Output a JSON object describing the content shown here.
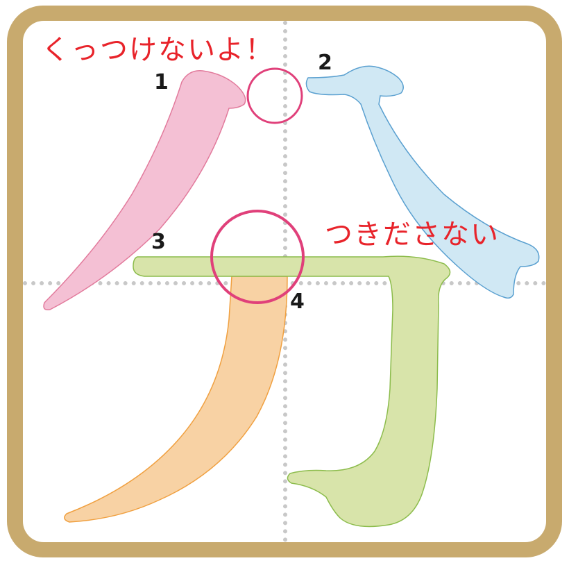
{
  "frame": {
    "color": "#c8aa6e"
  },
  "notes": {
    "top": "くっつけないよ！",
    "middle": "つきださない",
    "color": "#e8232a",
    "circle_color": "#e0407a"
  },
  "strokes": [
    {
      "number": "1",
      "fill": "#f4c0d4",
      "stroke": "#e27a9c"
    },
    {
      "number": "2",
      "fill": "#d0e8f4",
      "stroke": "#5aa0d0"
    },
    {
      "number": "3",
      "fill": "#d8e4aa",
      "stroke": "#8cbc4c"
    },
    {
      "number": "4",
      "fill": "#f8d2a4",
      "stroke": "#f0a040"
    }
  ]
}
